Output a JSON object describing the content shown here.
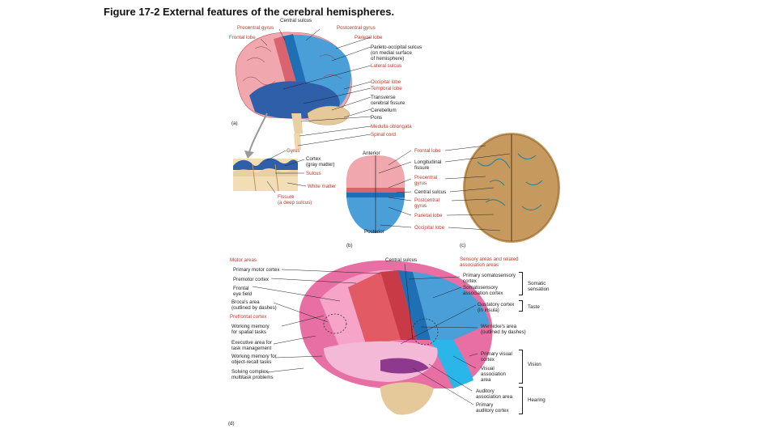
{
  "title": "Figure 17-2 External features of the cerebral hemispheres.",
  "panel_a": {
    "tag": "(a)",
    "labels": {
      "central_sulcus": "Central sulcus",
      "precentral_gyrus": "Precentral gyrus",
      "postcentral_gyrus": "Postcentral gyrus",
      "frontal_lobe": "Frontal lobe",
      "parietal_lobe": "Parietal lobe",
      "parieto_occipital": "Parieto-occipital sulcus\n(on medial surface\nof hemisphere)",
      "lateral_sulcus": "Lateral sulcus",
      "occipital_lobe": "Occipital lobe",
      "temporal_lobe": "Temporal lobe",
      "transverse_fissure": "Transverse\ncerebral fissure",
      "cerebellum": "Cerebellum",
      "pons": "Pons",
      "medulla": "Medulla oblongata",
      "spinal_cord": "Spinal cord"
    }
  },
  "inset": {
    "gyrus": "Gyrus",
    "cortex": "Cortex\n(gray matter)",
    "sulcus": "Sulcus",
    "white_matter": "White matter",
    "fissure": "Fissure\n(a deep sulcus)"
  },
  "panel_b": {
    "tag": "(b)",
    "anterior": "Anterior",
    "posterior": "Posterior",
    "frontal_lobe": "Frontal lobe",
    "longitudinal": "Longitudinal\nfissure",
    "precentral": "Precentral\ngyrus",
    "central_sulcus": "Central sulcus",
    "postcentral": "Postcentral\ngyrus",
    "parietal_lobe": "Parietal lobe",
    "occipital_lobe": "Occipital lobe"
  },
  "panel_c": {
    "tag": "(c)"
  },
  "panel_d": {
    "tag": "(d)",
    "motor_areas": "Motor areas",
    "central_sulcus": "Central sulcus",
    "sensory_areas": "Sensory areas and related\nassociation areas",
    "primary_motor": "Primary motor cortex",
    "premotor": "Premotor cortex",
    "frontal_eye": "Frontal\neye field",
    "broca": "Broca's area\n(outlined by dashes)",
    "prefrontal": "Prefrontal cortex",
    "working_spatial": "Working memory\nfor spatial tasks",
    "executive": "Executive area for\ntask management",
    "working_object": "Working memory for\nobject-recall tasks",
    "solving": "Solving complex,\nmultitask problems",
    "primary_somato": "Primary somatosensory\ncortex",
    "somato_assoc": "Somatosensory\nassociation cortex",
    "somatic_sensation": "Somatic\nsensation",
    "gustatory": "Gustatory cortex\n(in insula)",
    "taste": "Taste",
    "wernicke": "Wernicke's area\n(outlined by dashes)",
    "primary_visual": "Primary visual\ncortex",
    "visual_assoc": "Visual\nassociation\narea",
    "vision": "Vision",
    "auditory_assoc": "Auditory\nassociation area",
    "primary_auditory": "Primary\nauditory cortex",
    "hearing": "Hearing"
  }
}
